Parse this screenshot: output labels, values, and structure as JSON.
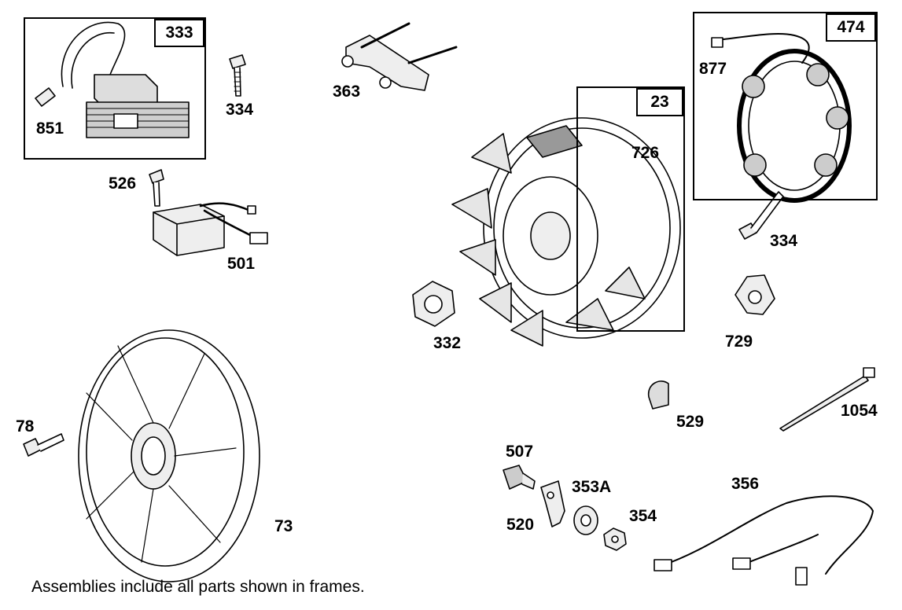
{
  "frames": {
    "f333": "333",
    "f23": "23",
    "f474": "474"
  },
  "labels": {
    "p851": "851",
    "p334a": "334",
    "p363": "363",
    "p526": "526",
    "p501": "501",
    "p726": "726",
    "p877": "877",
    "p334b": "334",
    "p332": "332",
    "p729": "729",
    "p78": "78",
    "p73": "73",
    "p529": "529",
    "p1054": "1054",
    "p507": "507",
    "p353a": "353A",
    "p356": "356",
    "p520": "520",
    "p354": "354"
  },
  "note": "Assemblies include all parts shown in frames."
}
